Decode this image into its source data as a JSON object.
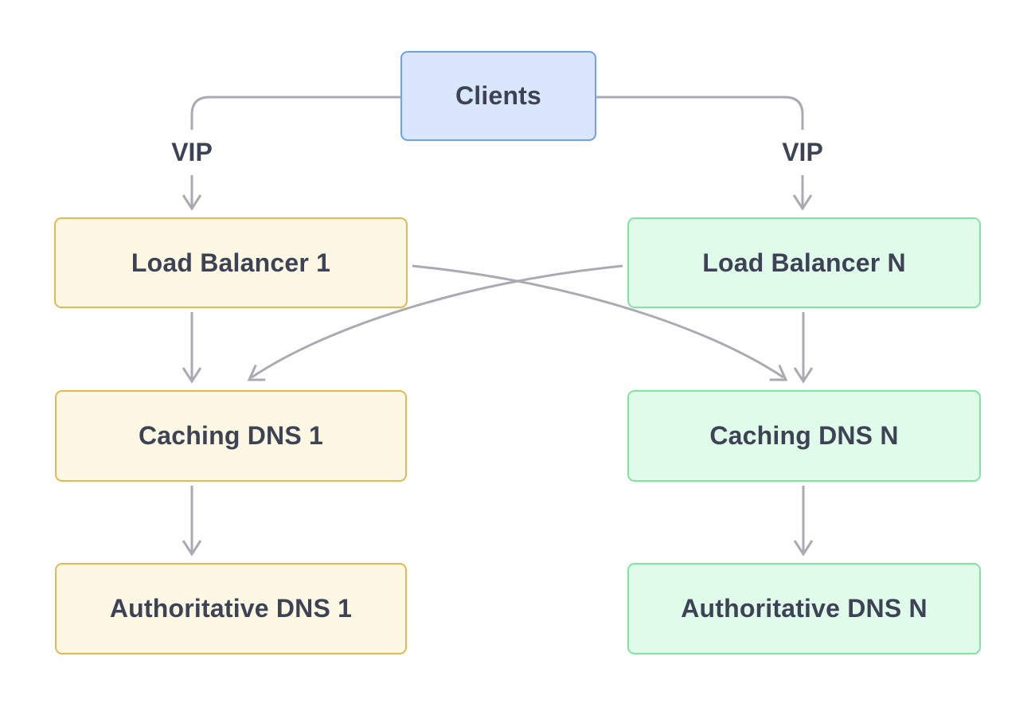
{
  "diagram": {
    "type": "flowchart",
    "nodes": [
      {
        "id": "clients",
        "label": "Clients",
        "variant": "blue"
      },
      {
        "id": "load-balancer-1",
        "label": "Load Balancer 1",
        "variant": "yellow"
      },
      {
        "id": "load-balancer-n",
        "label": "Load Balancer N",
        "variant": "green"
      },
      {
        "id": "caching-dns-1",
        "label": "Caching DNS 1",
        "variant": "yellow"
      },
      {
        "id": "caching-dns-n",
        "label": "Caching DNS N",
        "variant": "green"
      },
      {
        "id": "authoritative-dns-1",
        "label": "Authoritative DNS 1",
        "variant": "yellow"
      },
      {
        "id": "authoritative-dns-n",
        "label": "Authoritative DNS N",
        "variant": "green"
      }
    ],
    "edge_labels": {
      "left_vip": "VIP",
      "right_vip": "VIP"
    },
    "edges": [
      {
        "from": "clients",
        "to": "load-balancer-1",
        "label": "VIP"
      },
      {
        "from": "clients",
        "to": "load-balancer-n",
        "label": "VIP"
      },
      {
        "from": "load-balancer-1",
        "to": "caching-dns-1",
        "label": ""
      },
      {
        "from": "load-balancer-1",
        "to": "caching-dns-n",
        "label": ""
      },
      {
        "from": "load-balancer-n",
        "to": "caching-dns-n",
        "label": ""
      },
      {
        "from": "load-balancer-n",
        "to": "caching-dns-1",
        "label": ""
      },
      {
        "from": "caching-dns-1",
        "to": "authoritative-dns-1",
        "label": ""
      },
      {
        "from": "caching-dns-n",
        "to": "authoritative-dns-n",
        "label": ""
      }
    ],
    "colors": {
      "background": "#ffffff",
      "text": "#3d4355",
      "edge": "#abaab2",
      "blue_fill": "#d9e6fc",
      "blue_border": "#6f9ef2",
      "yellow_fill": "#fcf8e3",
      "yellow_border": "#e5b94f",
      "green_fill": "#e0fbe9",
      "green_border": "#7ee6a0"
    }
  }
}
